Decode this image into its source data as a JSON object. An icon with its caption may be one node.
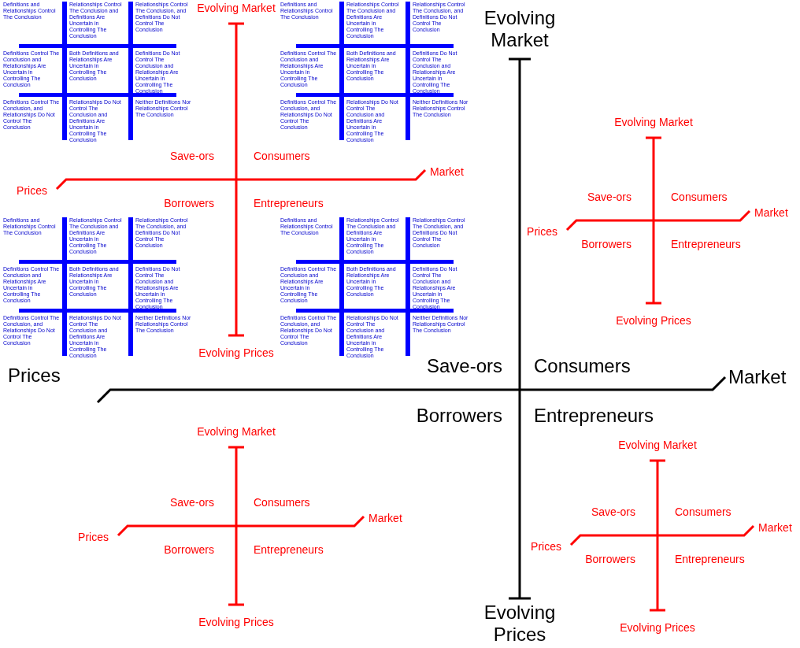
{
  "diagram": {
    "labels": [
      "Definitions and Relationships Control The Conclusion",
      "Relationships Control The Conclusion and Definitions Are Uncertain in Controlling The Conclusion",
      "Relationships Control The Conclusion, and Definitions Do Not Control The Conclusion",
      "Definitions Control The Conclusion and Relationships Are Uncertain in Controlling The Conclusion",
      "Both Definitions and Relationships Are Uncertain in Controlling The Conclusion",
      "Definitions Do Not Control The Conclusion and Relationships Are Uncertain in Controlling The Conclusion",
      "Definitions Control The Conclusion, and Relationships Do Not Control The Conclusion",
      "Relationships Do Not Control The Conclusion and Definitions Are Uncertain in Controlling The Conclusion",
      "Neither Definitions Nor Relationships Control The Conclusion",
      "Definitions and Relationships Control The Conclusion",
      "Relationships Control The Conclusion and Definitions Are Uncertain in Controlling The Conclusion",
      "Relationships Control The Conclusion, and Definitions Do Not Control The Conclusion",
      "Definitions Control The Conclusion and Relationships Are Uncertain in Controlling The Conclusion",
      "Both Definitions and Relationships Are Uncertain in Controlling The Conclusion",
      "Definitions Do Not Control The Conclusion and Relationships Are Uncertain in Controlling The Conclusion",
      "Definitions Control The Conclusion, and Relationships Do Not Control The Conclusion",
      "Relationships Do Not Control The Conclusion and Definitions Are Uncertain in Controlling The Conclusion",
      "Neither Definitions Nor Relationships Control The Conclusion",
      "Evolving Market",
      "Save-ors",
      "Consumers",
      "Prices",
      "Market",
      "Borrowers",
      "Entrepreneurs",
      "Evolving Prices",
      "Evolving Market",
      "Save-ors",
      "Consumers",
      "Prices",
      "Market",
      "Borrowers",
      "Entrepreneurs",
      "Evolving Prices",
      "Definitions and Relationships Control The Conclusion",
      "Relationships Control The Conclusion and Definitions Are Uncertain in Controlling The Conclusion",
      "Relationships Control The Conclusion, and Definitions Do Not Control The Conclusion",
      "Definitions Control The Conclusion and Relationships Are Uncertain in Controlling The Conclusion",
      "Both Definitions and Relationships Are Uncertain in Controlling The Conclusion",
      "Definitions Do Not Control The Conclusion and Relationships Are Uncertain in Controlling The Conclusion",
      "Definitions Control The Conclusion, and Relationships Do Not Control The Conclusion",
      "Relationships Do Not Control The Conclusion and Definitions Are Uncertain in Controlling The Conclusion",
      "Neither Definitions Nor Relationships Control The Conclusion",
      "Definitions and Relationships Control The Conclusion",
      "Relationships Control The Conclusion and Definitions Are Uncertain in Controlling The Conclusion",
      "Relationships Control The Conclusion, and Definitions Do Not Control The Conclusion",
      "Definitions Control The Conclusion and Relationships Are Uncertain in Controlling The Conclusion",
      "Both Definitions and Relationships Are Uncertain in Controlling The Conclusion",
      "Definitions Do Not Control The Conclusion and Relationships Are Uncertain in Controlling The Conclusion",
      "Definitions Control The Conclusion, and Relationships Do Not Control The Conclusion",
      "Relationships Do Not Control The Conclusion and Definitions Are Uncertain in Controlling The Conclusion",
      "Neither Definitions Nor Relationships Control The Conclusion",
      "Evolving Market",
      "Save-ors",
      "Consumers",
      "Prices",
      "Market",
      "Borrowers",
      "Entrepreneurs",
      "Evolving Prices",
      "Evolving Market",
      "Save-ors",
      "Consumers",
      "Prices",
      "Market",
      "Borrowers",
      "Entrepreneurs",
      "Evolving Prices",
      "Evolving Market",
      "Save-ors",
      "Consumers",
      "Prices",
      "Market",
      "Borrowers",
      "Entrepreneurs",
      "Evolving Prices"
    ]
  }
}
